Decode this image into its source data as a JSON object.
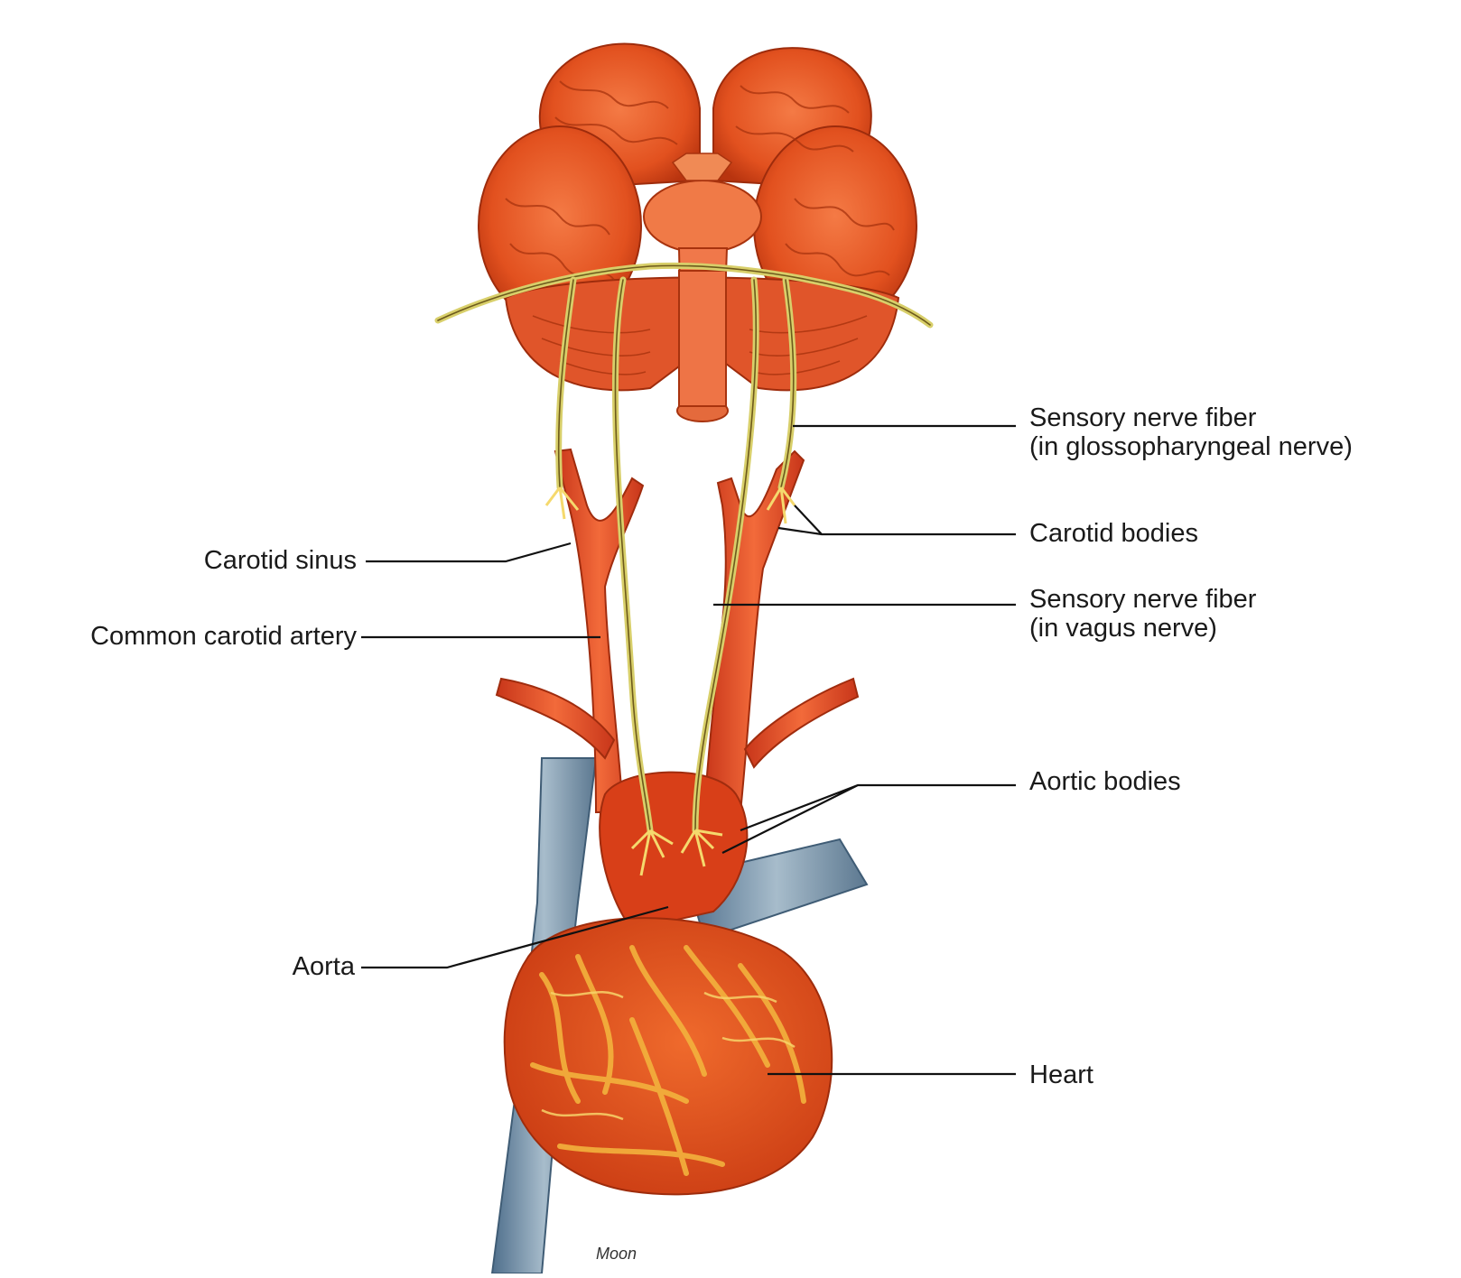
{
  "labels": {
    "sensory_glosso_line1": "Sensory nerve fiber",
    "sensory_glosso_line2": "(in glossopharyngeal nerve)",
    "carotid_bodies": "Carotid bodies",
    "sensory_vagus_line1": "Sensory nerve fiber",
    "sensory_vagus_line2": "(in vagus nerve)",
    "aortic_bodies": "Aortic bodies",
    "heart": "Heart",
    "carotid_sinus": "Carotid sinus",
    "common_carotid_artery": "Common carotid artery",
    "aorta": "Aorta"
  },
  "signature": "Moon",
  "colors": {
    "artery": "#e2461f",
    "brain": "#e85a2a",
    "nerve": "#d8cf6a",
    "vein": "#6f8aa0",
    "heart_fat": "#f3b23d"
  }
}
